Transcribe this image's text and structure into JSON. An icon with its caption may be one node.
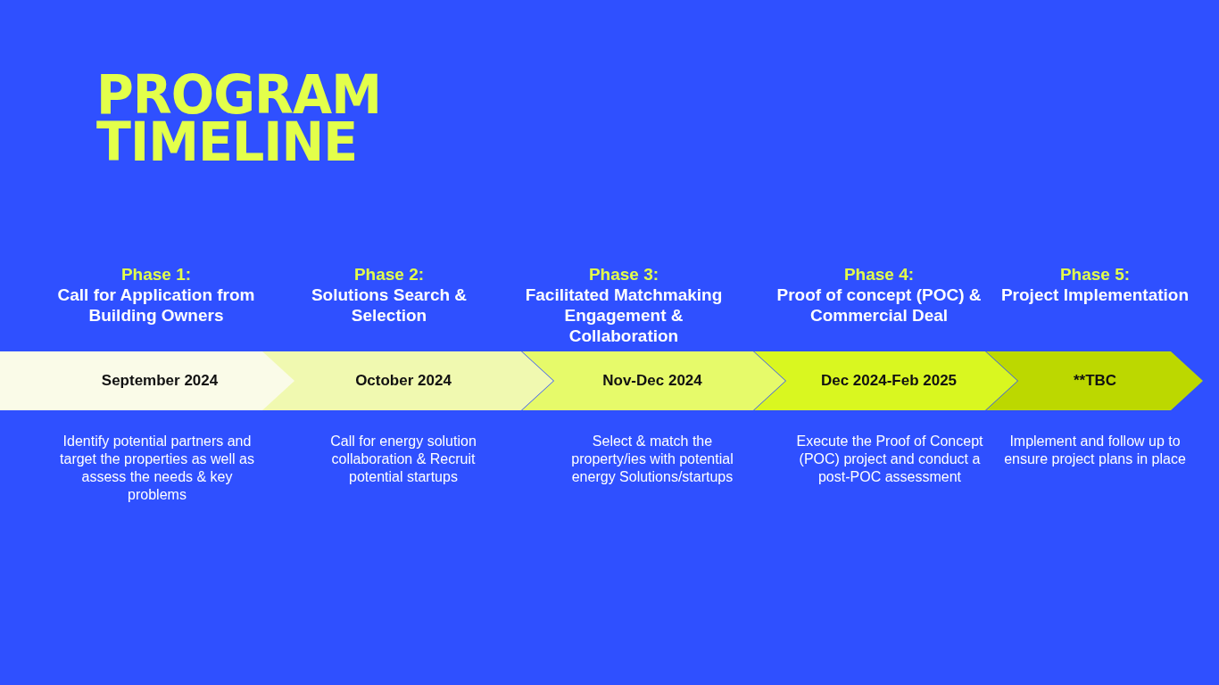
{
  "diagram": {
    "title": "PROGRAM TIMELINE",
    "nodes": [
      {
        "text": [
          "September 2024"
        ],
        "beside": [
          "Phase 1:",
          "Call for Application from Building Owners",
          "Identify potential partners and target the properties as well as assess the needs & key problems"
        ]
      },
      {
        "text": [
          "October 2024"
        ],
        "beside": [
          "Phase 2:",
          "Solutions Search & Selection",
          "Call for energy solution collaboration & Recruit potential startups"
        ]
      },
      {
        "text": [
          "Nov-Dec 2024"
        ],
        "beside": [
          "Phase 3:",
          "Facilitated Matchmaking Engagement & Collaboration",
          "Select & match the property/ies with potential energy Solutions/startups"
        ]
      },
      {
        "text": [
          "Dec 2024-Feb 2025"
        ],
        "beside": [
          "Phase 4:",
          "Proof of concept (POC) & Commercial Deal",
          "Execute the Proof of Concept (POC) project and conduct a post-POC assessment"
        ]
      },
      {
        "text": [
          "**TBC"
        ],
        "beside": [
          "Phase 5:",
          "Project Implementation",
          "Implement and follow up to ensure project plans in place"
        ]
      }
    ]
  }
}
